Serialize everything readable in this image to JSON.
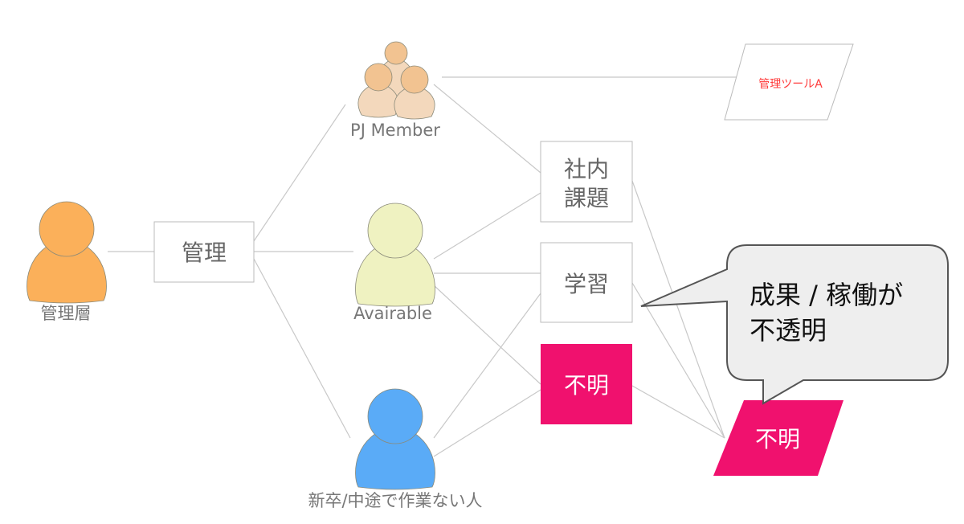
{
  "colors": {
    "manager": "#fbb05a",
    "available": "#eff2c1",
    "newcomer": "#5aabf7",
    "pj_head": "#f2c391",
    "pj_body": "#f3d8bc",
    "unknown": "#f0116e",
    "tool_text": "#ff3b3b",
    "callout_fill": "#eeeeee",
    "line": "#c8c8c8"
  },
  "people": {
    "manager_layer": "管理層",
    "pj_member": "PJ Member",
    "available": "Avairable",
    "newcomer": "新卒/中途で作業ない人"
  },
  "boxes": {
    "management": "管理",
    "internal_issues_line1": "社内",
    "internal_issues_line2": "課題",
    "learning": "学習",
    "unknown": "不明"
  },
  "outputs": {
    "tool_a": "管理ツールA",
    "unknown": "不明"
  },
  "callout": {
    "line1": "成果 / 稼働が",
    "line2": "不透明"
  }
}
